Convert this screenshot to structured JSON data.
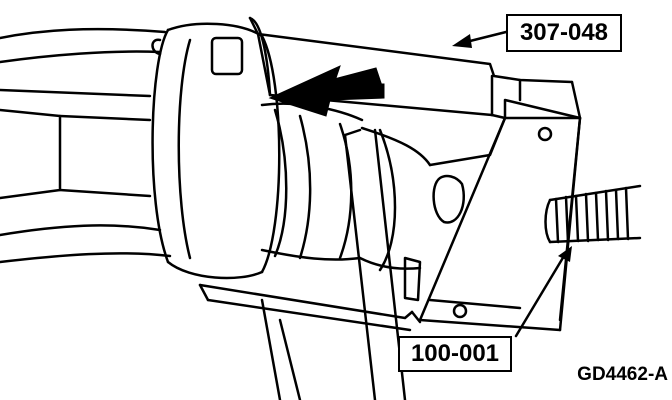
{
  "callouts": {
    "tool_307": "307-048",
    "tool_100": "100-001"
  },
  "figure_id": "GD4462-A"
}
